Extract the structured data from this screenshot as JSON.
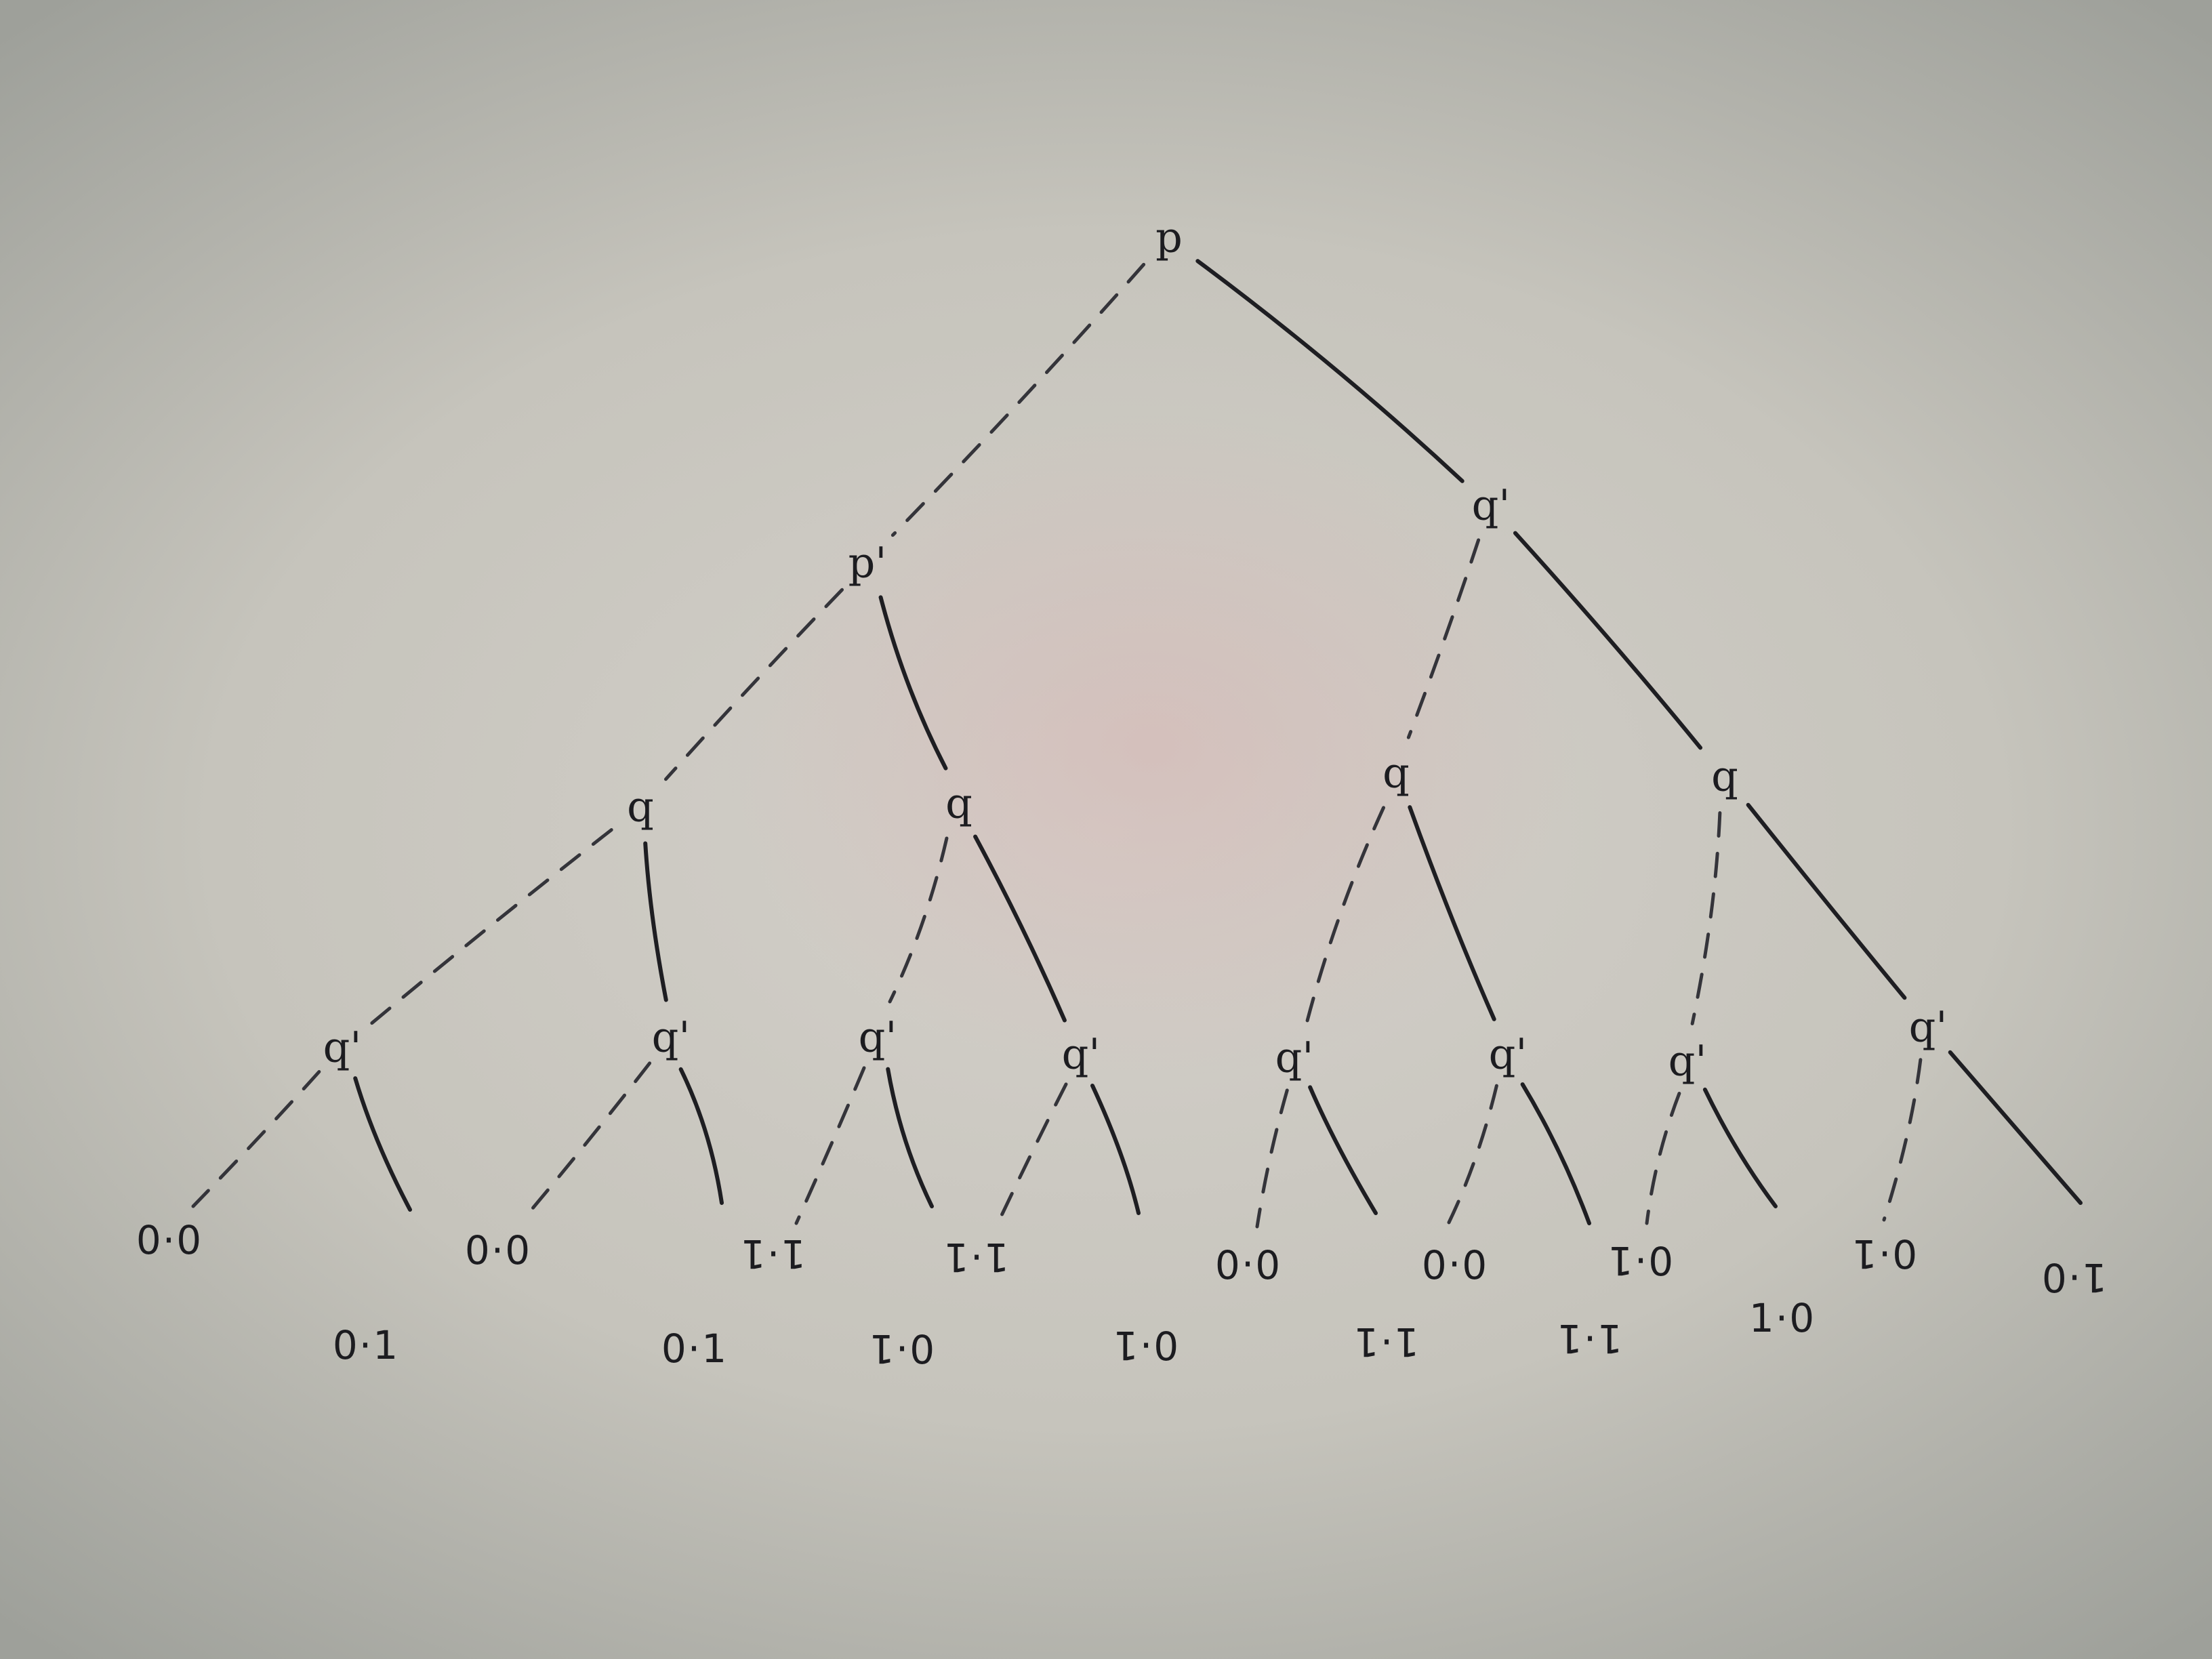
{
  "tree": {
    "nodes": [
      {
        "id": "n0",
        "label": "p"
      },
      {
        "id": "n1",
        "label": "p'"
      },
      {
        "id": "n2",
        "label": "q'"
      },
      {
        "id": "n3",
        "label": "q"
      },
      {
        "id": "n4",
        "label": "q"
      },
      {
        "id": "n5",
        "label": "q"
      },
      {
        "id": "n6",
        "label": "q"
      },
      {
        "id": "n7",
        "label": "q'"
      },
      {
        "id": "n8",
        "label": "q'"
      },
      {
        "id": "n9",
        "label": "q'"
      },
      {
        "id": "n10",
        "label": "q'"
      },
      {
        "id": "n11",
        "label": "q'"
      },
      {
        "id": "n12",
        "label": "q'"
      },
      {
        "id": "n13",
        "label": "q'"
      },
      {
        "id": "n14",
        "label": "q'"
      }
    ],
    "leaves": [
      {
        "label": "0·0",
        "flipped": false
      },
      {
        "label": "0·1",
        "flipped": false
      },
      {
        "label": "0·0",
        "flipped": false
      },
      {
        "label": "0·1",
        "flipped": false
      },
      {
        "label": "1·1",
        "flipped": true
      },
      {
        "label": "0·1",
        "flipped": true
      },
      {
        "label": "1·1",
        "flipped": true
      },
      {
        "label": "0·1",
        "flipped": true
      },
      {
        "label": "0·0",
        "flipped": true
      },
      {
        "label": "1·1",
        "flipped": true
      },
      {
        "label": "0·0",
        "flipped": true
      },
      {
        "label": "1·1",
        "flipped": true
      },
      {
        "label": "0·1",
        "flipped": true
      },
      {
        "label": "1·0",
        "flipped": false
      },
      {
        "label": "0·1",
        "flipped": true
      },
      {
        "label": "1·0",
        "flipped": true
      }
    ]
  }
}
